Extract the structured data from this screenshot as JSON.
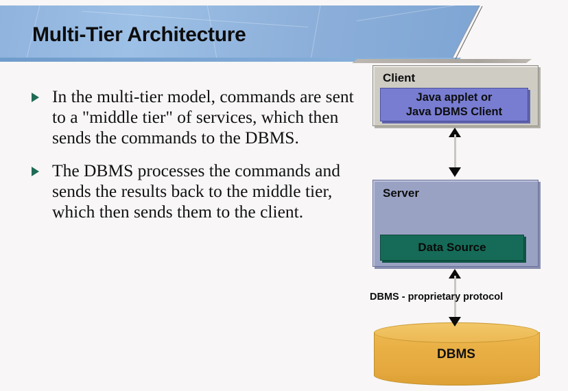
{
  "slide": {
    "title": "Multi-Tier Architecture",
    "background_color": "#f8f6f6"
  },
  "banner": {
    "gradient_start": "#8fb3dd",
    "gradient_end": "#7ea5d4",
    "underline_color": "#6f9ccb"
  },
  "bullets": [
    {
      "marker": "triangle-bullet",
      "text": "In the multi-tier model, commands are sent to a \"middle tier\" of services, which then sends the commands to the DBMS."
    },
    {
      "marker": "triangle-bullet",
      "text": "The DBMS processes the commands and sends the results back to the middle tier, which then sends them to the client."
    }
  ],
  "diagram": {
    "client": {
      "label": "Client",
      "fill_color": "#cfccc4",
      "inner": {
        "line1": "Java applet  or",
        "line2": "Java DBMS Client",
        "fill_color": "#787dd2"
      }
    },
    "server": {
      "label": "Server",
      "fill_color": "#9aa2c4",
      "inner": {
        "label": "Data Source",
        "fill_color": "#156b57"
      }
    },
    "protocol_label": "DBMS - proprietary protocol",
    "database": {
      "label": "DBMS",
      "fill_color": "#e8ae44",
      "shape": "cylinder"
    },
    "connectors": [
      {
        "name": "client-to-server",
        "style": "double-headed-arrow"
      },
      {
        "name": "server-to-database",
        "style": "double-headed-arrow"
      }
    ]
  }
}
